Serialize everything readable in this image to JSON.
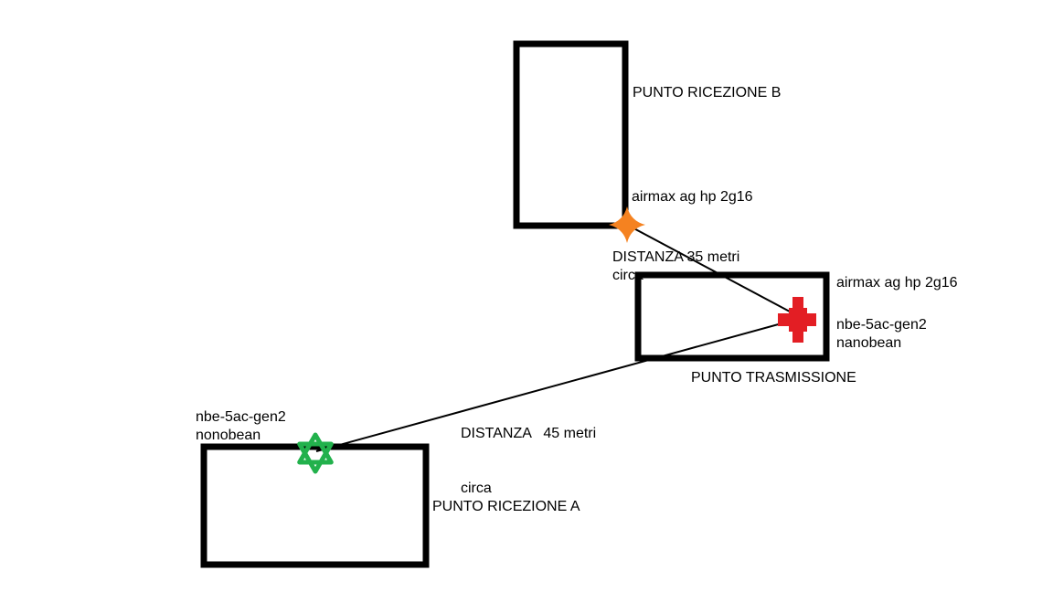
{
  "buildings": {
    "ricezione_b": "PUNTO RICEZIONE B",
    "trasmissione": "PUNTO TRASMISSIONE",
    "ricezione_a": "PUNTO RICEZIONE A"
  },
  "devices": {
    "b_antenna": "airmax ag hp 2g16",
    "tx_antenna": "airmax ag hp 2g16",
    "tx_nano_line1": "nbe-5ac-gen2",
    "tx_nano_line2": "nanobean",
    "a_nano_line1": "nbe-5ac-gen2",
    "a_nano_line2": "nonobean"
  },
  "links": {
    "b_to_tx_distance": "DISTANZA 35 metri",
    "b_to_tx_approx": "circa",
    "a_to_tx_distance": "DISTANZA   45 metri",
    "a_to_tx_approx": "circa"
  },
  "colors": {
    "outline": "#000000",
    "marker_b": "#f58220",
    "marker_tx": "#e31e24",
    "marker_a": "#22b14c"
  },
  "icons": {
    "marker_b": "orange-cross-star",
    "marker_tx": "red-cross",
    "marker_a": "green-hexagram"
  }
}
